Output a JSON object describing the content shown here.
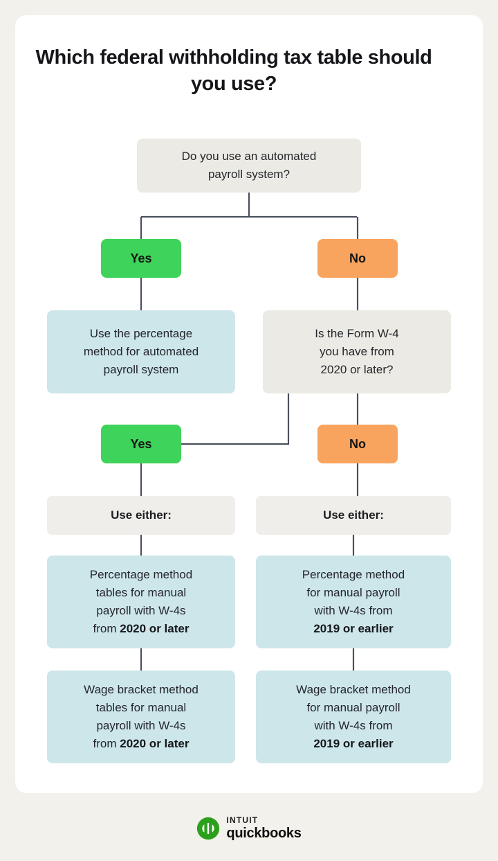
{
  "page": {
    "background_color": "#f2f1ec",
    "card_color": "#ffffff",
    "title": "Which federal withholding tax table should you use?"
  },
  "colors": {
    "yes_badge": "#3ed35a",
    "no_badge": "#f9a45e",
    "result_box": "#cde6ea",
    "question_box": "#eceae4",
    "neutral_box": "#efeeea",
    "connector": "#4a4f5c",
    "text": "#24262b",
    "logo_green": "#2ca01c"
  },
  "chart_data": {
    "type": "diagram",
    "title": "Which federal withholding tax table should you use?",
    "nodes": [
      {
        "id": "q1",
        "kind": "question",
        "text_lines": [
          "Do you use an automated",
          "payroll system?"
        ]
      },
      {
        "id": "yes1",
        "kind": "badge-yes",
        "text": "Yes"
      },
      {
        "id": "no1",
        "kind": "badge-no",
        "text": "No"
      },
      {
        "id": "res-auto",
        "kind": "result",
        "text_lines": [
          "Use the percentage",
          "method for automated",
          "payroll system"
        ]
      },
      {
        "id": "q2",
        "kind": "question",
        "text_lines": [
          "Is the Form W-4",
          "you have from",
          "2020 or later?"
        ]
      },
      {
        "id": "yes2",
        "kind": "badge-yes",
        "text": "Yes"
      },
      {
        "id": "no2",
        "kind": "badge-no",
        "text": "No"
      },
      {
        "id": "either-l",
        "kind": "neutral",
        "text": "Use either:"
      },
      {
        "id": "either-r",
        "kind": "neutral",
        "text": "Use either:"
      },
      {
        "id": "pct-l",
        "kind": "result",
        "text_lines": [
          "Percentage method",
          "tables for manual",
          "payroll with W-4s",
          "from "
        ],
        "bold_tail": "2020 or later"
      },
      {
        "id": "pct-r",
        "kind": "result",
        "text_lines": [
          "Percentage method",
          "for manual payroll",
          "with W-4s from",
          ""
        ],
        "bold_tail": "2019 or earlier"
      },
      {
        "id": "wb-l",
        "kind": "result",
        "text_lines": [
          "Wage bracket method",
          "tables for manual",
          "payroll with W-4s",
          "from "
        ],
        "bold_tail": "2020 or later"
      },
      {
        "id": "wb-r",
        "kind": "result",
        "text_lines": [
          "Wage bracket method",
          "for manual payroll",
          "with W-4s from",
          ""
        ],
        "bold_tail": "2019 or earlier"
      }
    ],
    "edges": [
      {
        "from": "q1",
        "to": "yes1",
        "label": "Yes"
      },
      {
        "from": "q1",
        "to": "no1",
        "label": "No"
      },
      {
        "from": "yes1",
        "to": "res-auto"
      },
      {
        "from": "no1",
        "to": "q2"
      },
      {
        "from": "q2",
        "to": "yes2",
        "label": "Yes"
      },
      {
        "from": "q2",
        "to": "no2",
        "label": "No"
      },
      {
        "from": "yes2",
        "to": "either-l"
      },
      {
        "from": "no2",
        "to": "either-r"
      },
      {
        "from": "either-l",
        "to": "pct-l"
      },
      {
        "from": "pct-l",
        "to": "wb-l"
      },
      {
        "from": "either-r",
        "to": "pct-r"
      },
      {
        "from": "pct-r",
        "to": "wb-r"
      }
    ]
  },
  "nodes": {
    "q1": {
      "line1": "Do you use an automated",
      "line2": "payroll system?"
    },
    "yes1": {
      "label": "Yes"
    },
    "no1": {
      "label": "No"
    },
    "res_auto": {
      "line1": "Use the percentage",
      "line2": "method for automated",
      "line3": "payroll system"
    },
    "q2": {
      "line1": "Is the Form W-4",
      "line2": "you have from",
      "line3": "2020 or later?"
    },
    "yes2": {
      "label": "Yes"
    },
    "no2": {
      "label": "No"
    },
    "either_left": {
      "label": "Use either:"
    },
    "either_right": {
      "label": "Use either:"
    },
    "pct_left": {
      "line1": "Percentage method",
      "line2": "tables for manual",
      "line3": "payroll with W-4s",
      "line4_prefix": "from ",
      "line4_bold": "2020 or later"
    },
    "pct_right": {
      "line1": "Percentage method",
      "line2": "for manual payroll",
      "line3": "with W-4s from",
      "line4_bold": "2019 or earlier"
    },
    "wb_left": {
      "line1": "Wage bracket method",
      "line2": "tables for manual",
      "line3": "payroll with W-4s",
      "line4_prefix": "from ",
      "line4_bold": "2020 or later"
    },
    "wb_right": {
      "line1": "Wage bracket method",
      "line2": "for manual payroll",
      "line3": "with W-4s from",
      "line4_bold": "2019 or earlier"
    }
  },
  "logo": {
    "brand_top": "INTUIT",
    "brand_bottom": "quickbooks",
    "mark": "qb-circle-icon"
  }
}
